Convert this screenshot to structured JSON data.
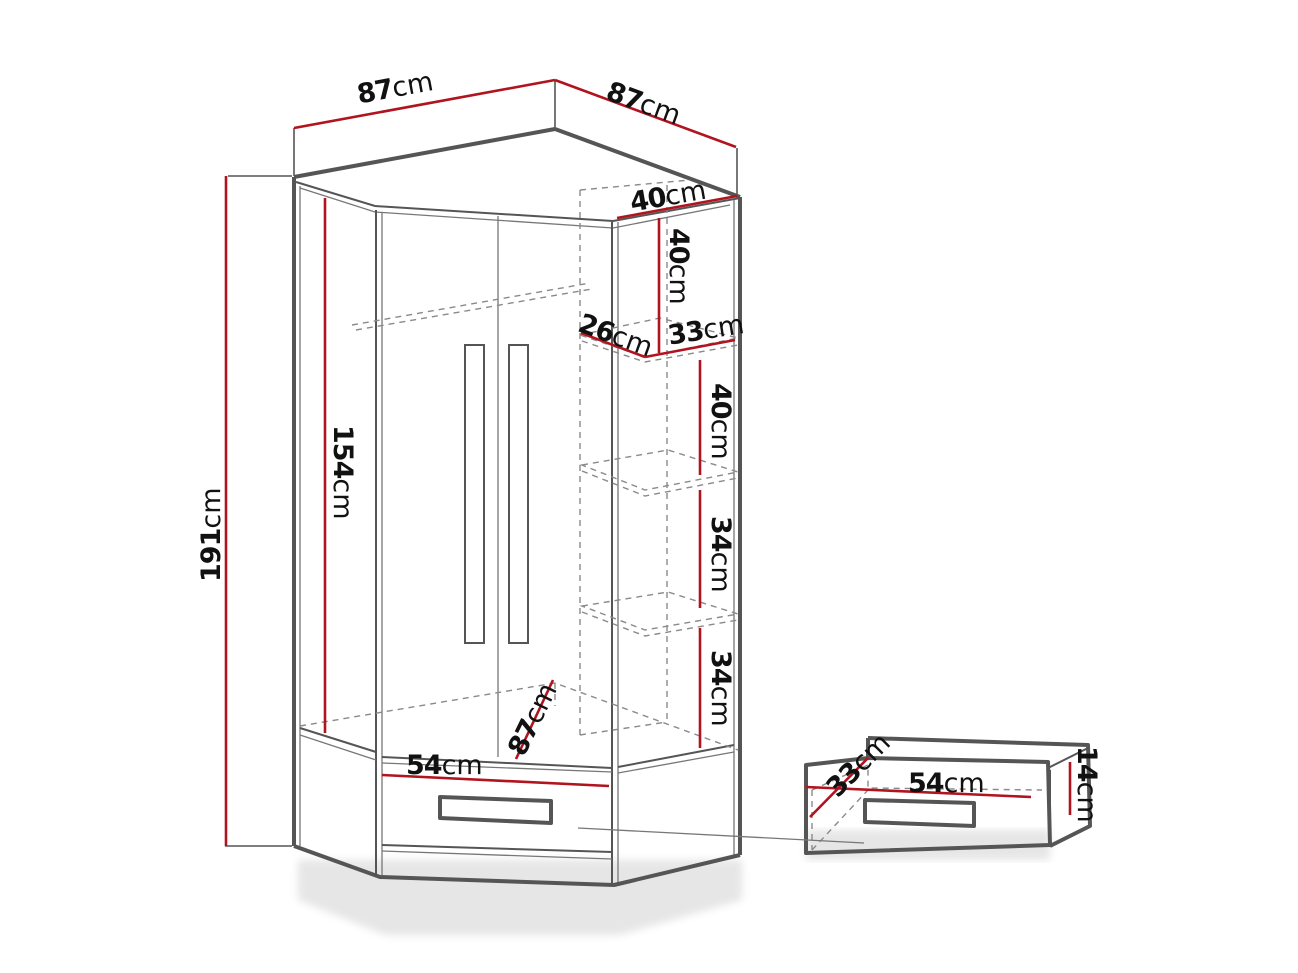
{
  "diagram": {
    "subject": "Corner wardrobe dimension drawing",
    "colors": {
      "outline": "#555555",
      "dimension_line": "#b0141e",
      "text": "#111111",
      "background": "#ffffff"
    },
    "unit": "cm",
    "labels": {
      "width_left": {
        "value": "87",
        "unit": "cm"
      },
      "width_right": {
        "value": "87",
        "unit": "cm"
      },
      "height_total": {
        "value": "191",
        "unit": "cm"
      },
      "hanging_height": {
        "value": "154",
        "unit": "cm"
      },
      "shelf_top_width": {
        "value": "40",
        "unit": "cm"
      },
      "shelf_top_height": {
        "value": "40",
        "unit": "cm"
      },
      "shelf_depth_left": {
        "value": "26",
        "unit": "cm"
      },
      "shelf_depth_right": {
        "value": "33",
        "unit": "cm"
      },
      "shelf_gap_1": {
        "value": "40",
        "unit": "cm"
      },
      "shelf_gap_2": {
        "value": "34",
        "unit": "cm"
      },
      "shelf_gap_3": {
        "value": "34",
        "unit": "cm"
      },
      "inner_diagonal": {
        "value": "87",
        "unit": "cm"
      },
      "drawer_front_width": {
        "value": "54",
        "unit": "cm"
      },
      "drawer_width": {
        "value": "54",
        "unit": "cm"
      },
      "drawer_depth": {
        "value": "33",
        "unit": "cm"
      },
      "drawer_height": {
        "value": "14",
        "unit": "cm"
      }
    }
  }
}
